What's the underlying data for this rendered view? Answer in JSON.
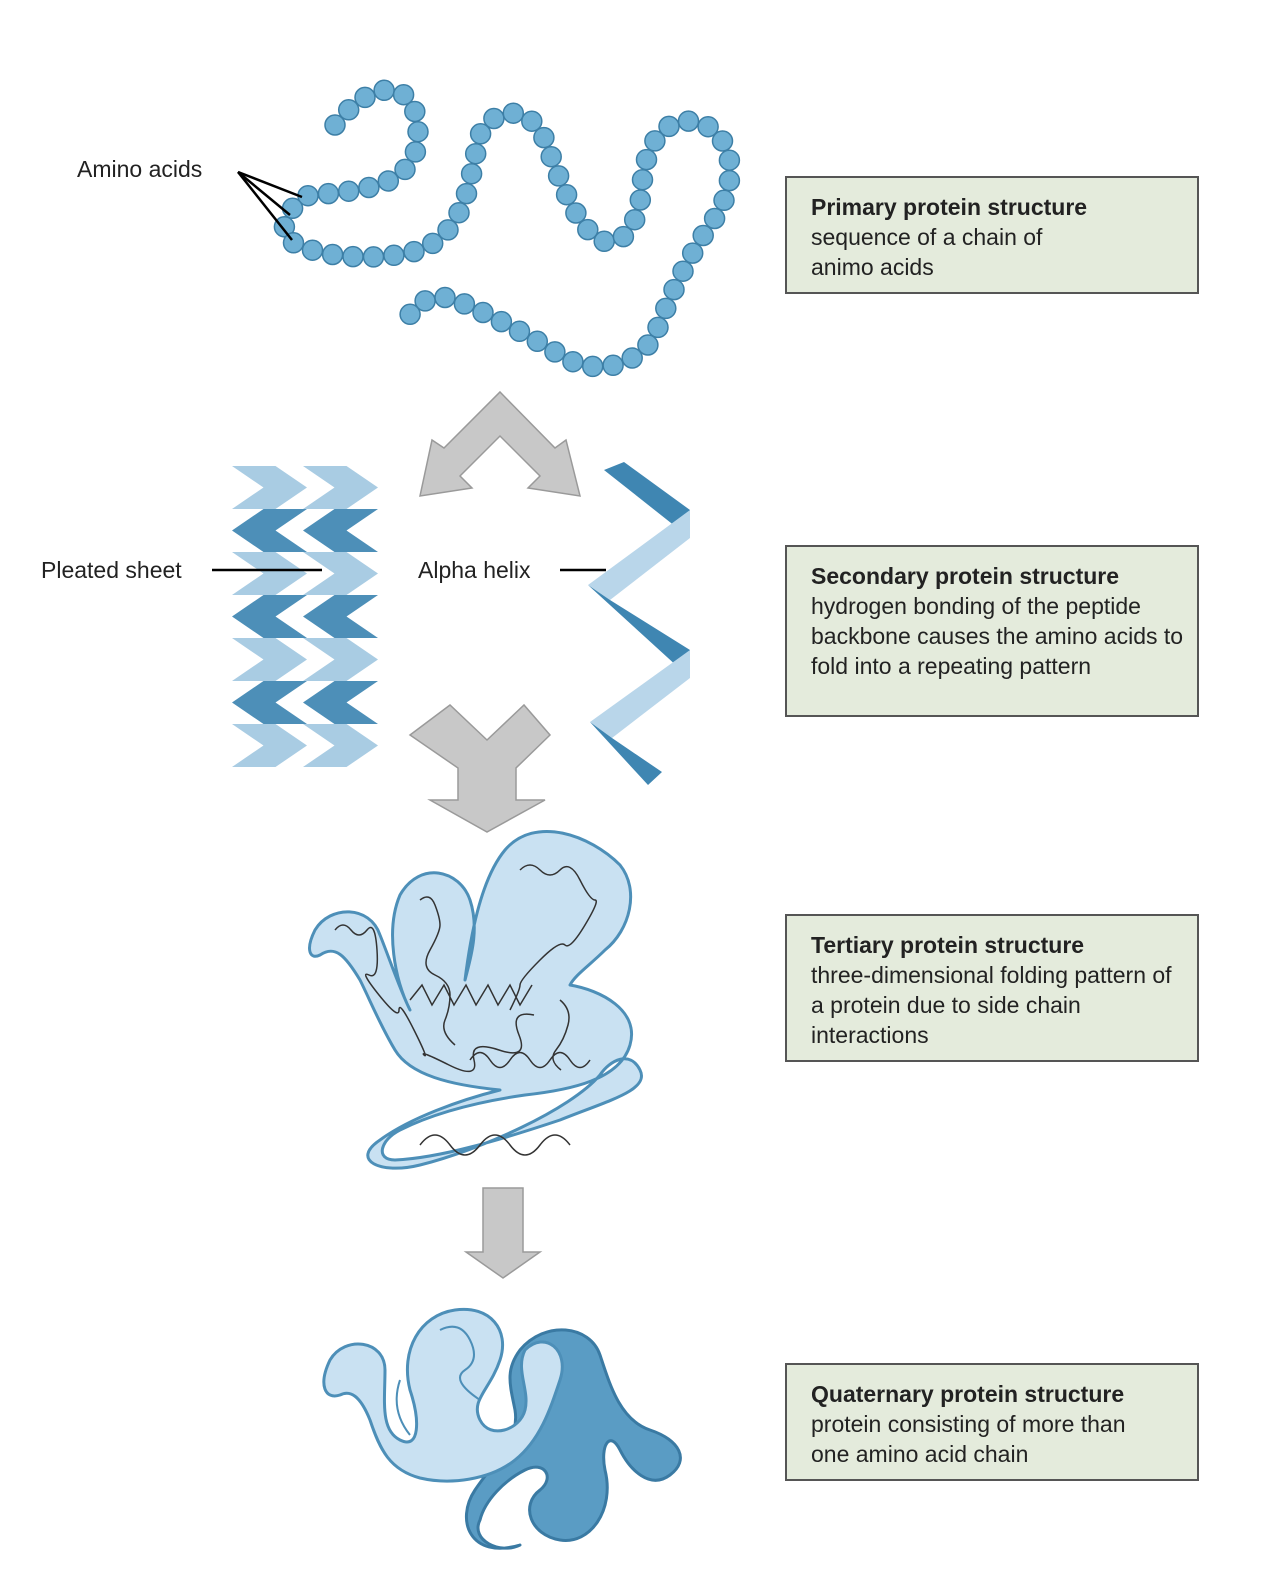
{
  "labels": {
    "amino_acids": "Amino acids",
    "pleated_sheet": "Pleated sheet",
    "alpha_helix": "Alpha helix"
  },
  "levels": [
    {
      "title": "Primary protein structure",
      "description": "sequence of a chain of animo acids"
    },
    {
      "title": "Secondary protein structure",
      "description": "hydrogen bonding of the peptide backbone causes the amino acids to fold into a repeating pattern"
    },
    {
      "title": "Tertiary protein structure",
      "description": "three-dimensional folding pattern of a protein due to side chain interactions"
    },
    {
      "title": "Quaternary protein structure",
      "description": "protein consisting of more than one amino acid chain"
    }
  ],
  "colors": {
    "bead": "#6fb0d4",
    "bead_stroke": "#3d7fa6",
    "sheet_light": "#a9cce3",
    "sheet_dark": "#4d8fb8",
    "helix_light": "#b9d6ea",
    "helix_dark": "#3f86b2",
    "ribbon_light": "#c9e1f2",
    "ribbon_dark": "#5a9cc4",
    "arrow": "#c8c8c8",
    "box_fill": "#e4ebdc"
  }
}
